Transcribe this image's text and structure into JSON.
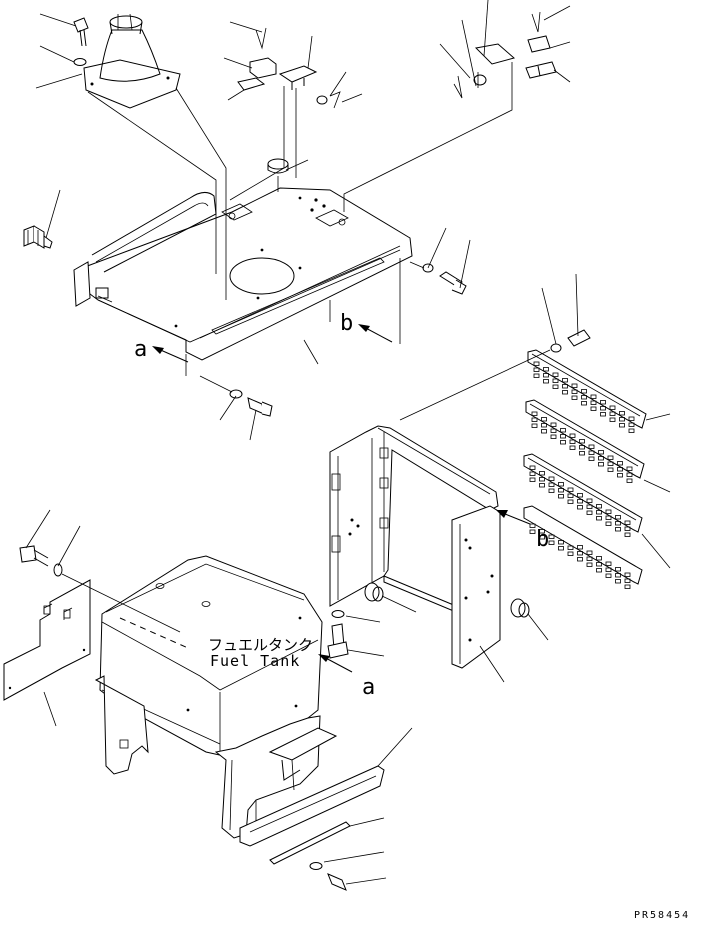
{
  "labels": {
    "fuel_tank_jp": "フュエルタンク",
    "fuel_tank_en": "Fuel Tank",
    "view_a": "a",
    "view_b": "b",
    "part_code": "PR58454"
  }
}
